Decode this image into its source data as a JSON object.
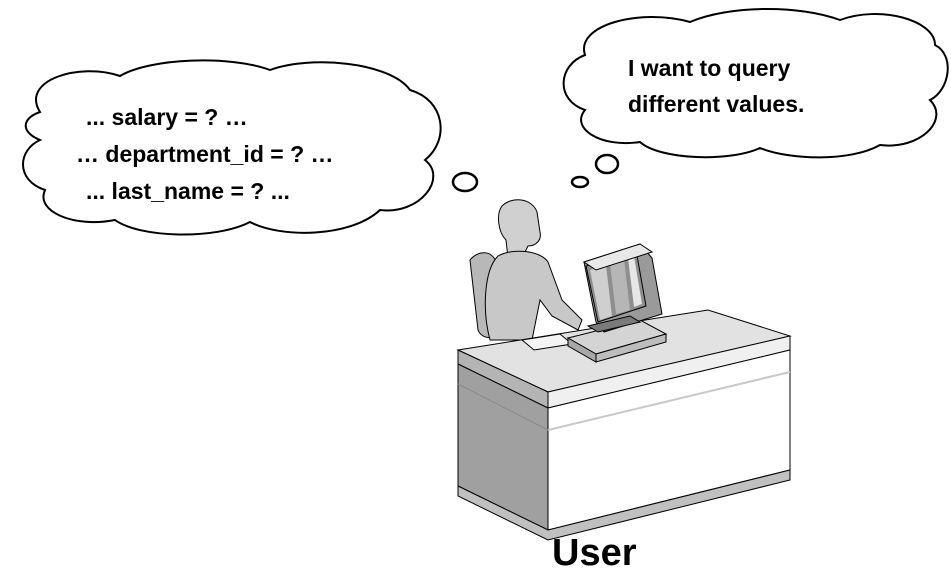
{
  "left_thought": {
    "lines": [
      "... salary = ? …",
      "… department_id = ? …",
      "... last_name = ? ..."
    ]
  },
  "right_thought": {
    "lines": [
      "I want to query",
      "different values."
    ]
  },
  "user_label": "User",
  "icons": {
    "figure": "user-at-computer-icon",
    "desk": "desk-icon",
    "monitor": "monitor-icon"
  },
  "colors": {
    "outline": "#000000",
    "light_gray": "#d9d9d9",
    "mid_gray": "#bfbfbf",
    "dark_gray": "#8c8c8c"
  }
}
